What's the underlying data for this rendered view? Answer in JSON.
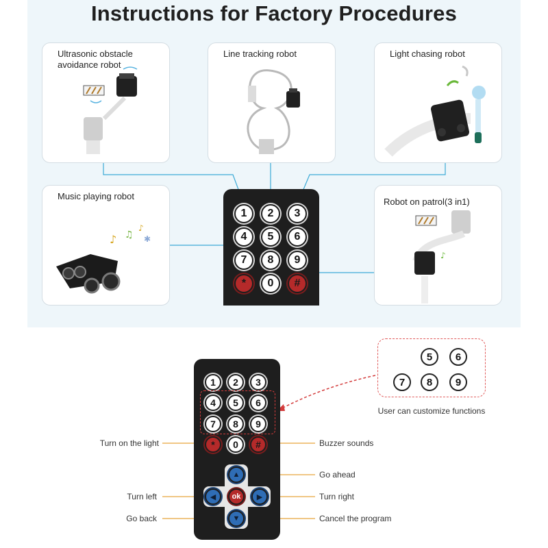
{
  "title": "Instructions for Factory Procedures",
  "cards": {
    "ultrasonic": "Ultrasonic obstacle\navoidance robot",
    "line_tracking": "Line tracking robot",
    "light_chasing": "Light chasing robot",
    "music": "Music playing robot",
    "patrol": "Robot on patrol(3 in1)"
  },
  "remote_top_keys": [
    "1",
    "2",
    "3",
    "4",
    "5",
    "6",
    "7",
    "8",
    "9",
    "*",
    "0",
    "#"
  ],
  "remote_bottom_keys": [
    "1",
    "2",
    "3",
    "4",
    "5",
    "6",
    "7",
    "8",
    "9",
    "*",
    "0",
    "#"
  ],
  "dpad": {
    "ok": "ok"
  },
  "custom_keys": [
    "5",
    "6",
    "7",
    "8",
    "9"
  ],
  "custom_caption": "User can customize functions",
  "functions": {
    "turn_on_light": "Turn on the light",
    "buzzer": "Buzzer sounds",
    "go_ahead": "Go ahead",
    "turn_left": "Turn left",
    "turn_right": "Turn right",
    "go_back": "Go back",
    "cancel": "Cancel the program"
  },
  "colors": {
    "panel_bg": "#eef6fa",
    "connector": "#3ba9d6",
    "accent_orange": "#e8a33a",
    "dashed_red": "#e05a5a",
    "key_red": "#b52a2a",
    "key_blue": "#2f6db5",
    "remote_body": "#1e1e1e"
  }
}
